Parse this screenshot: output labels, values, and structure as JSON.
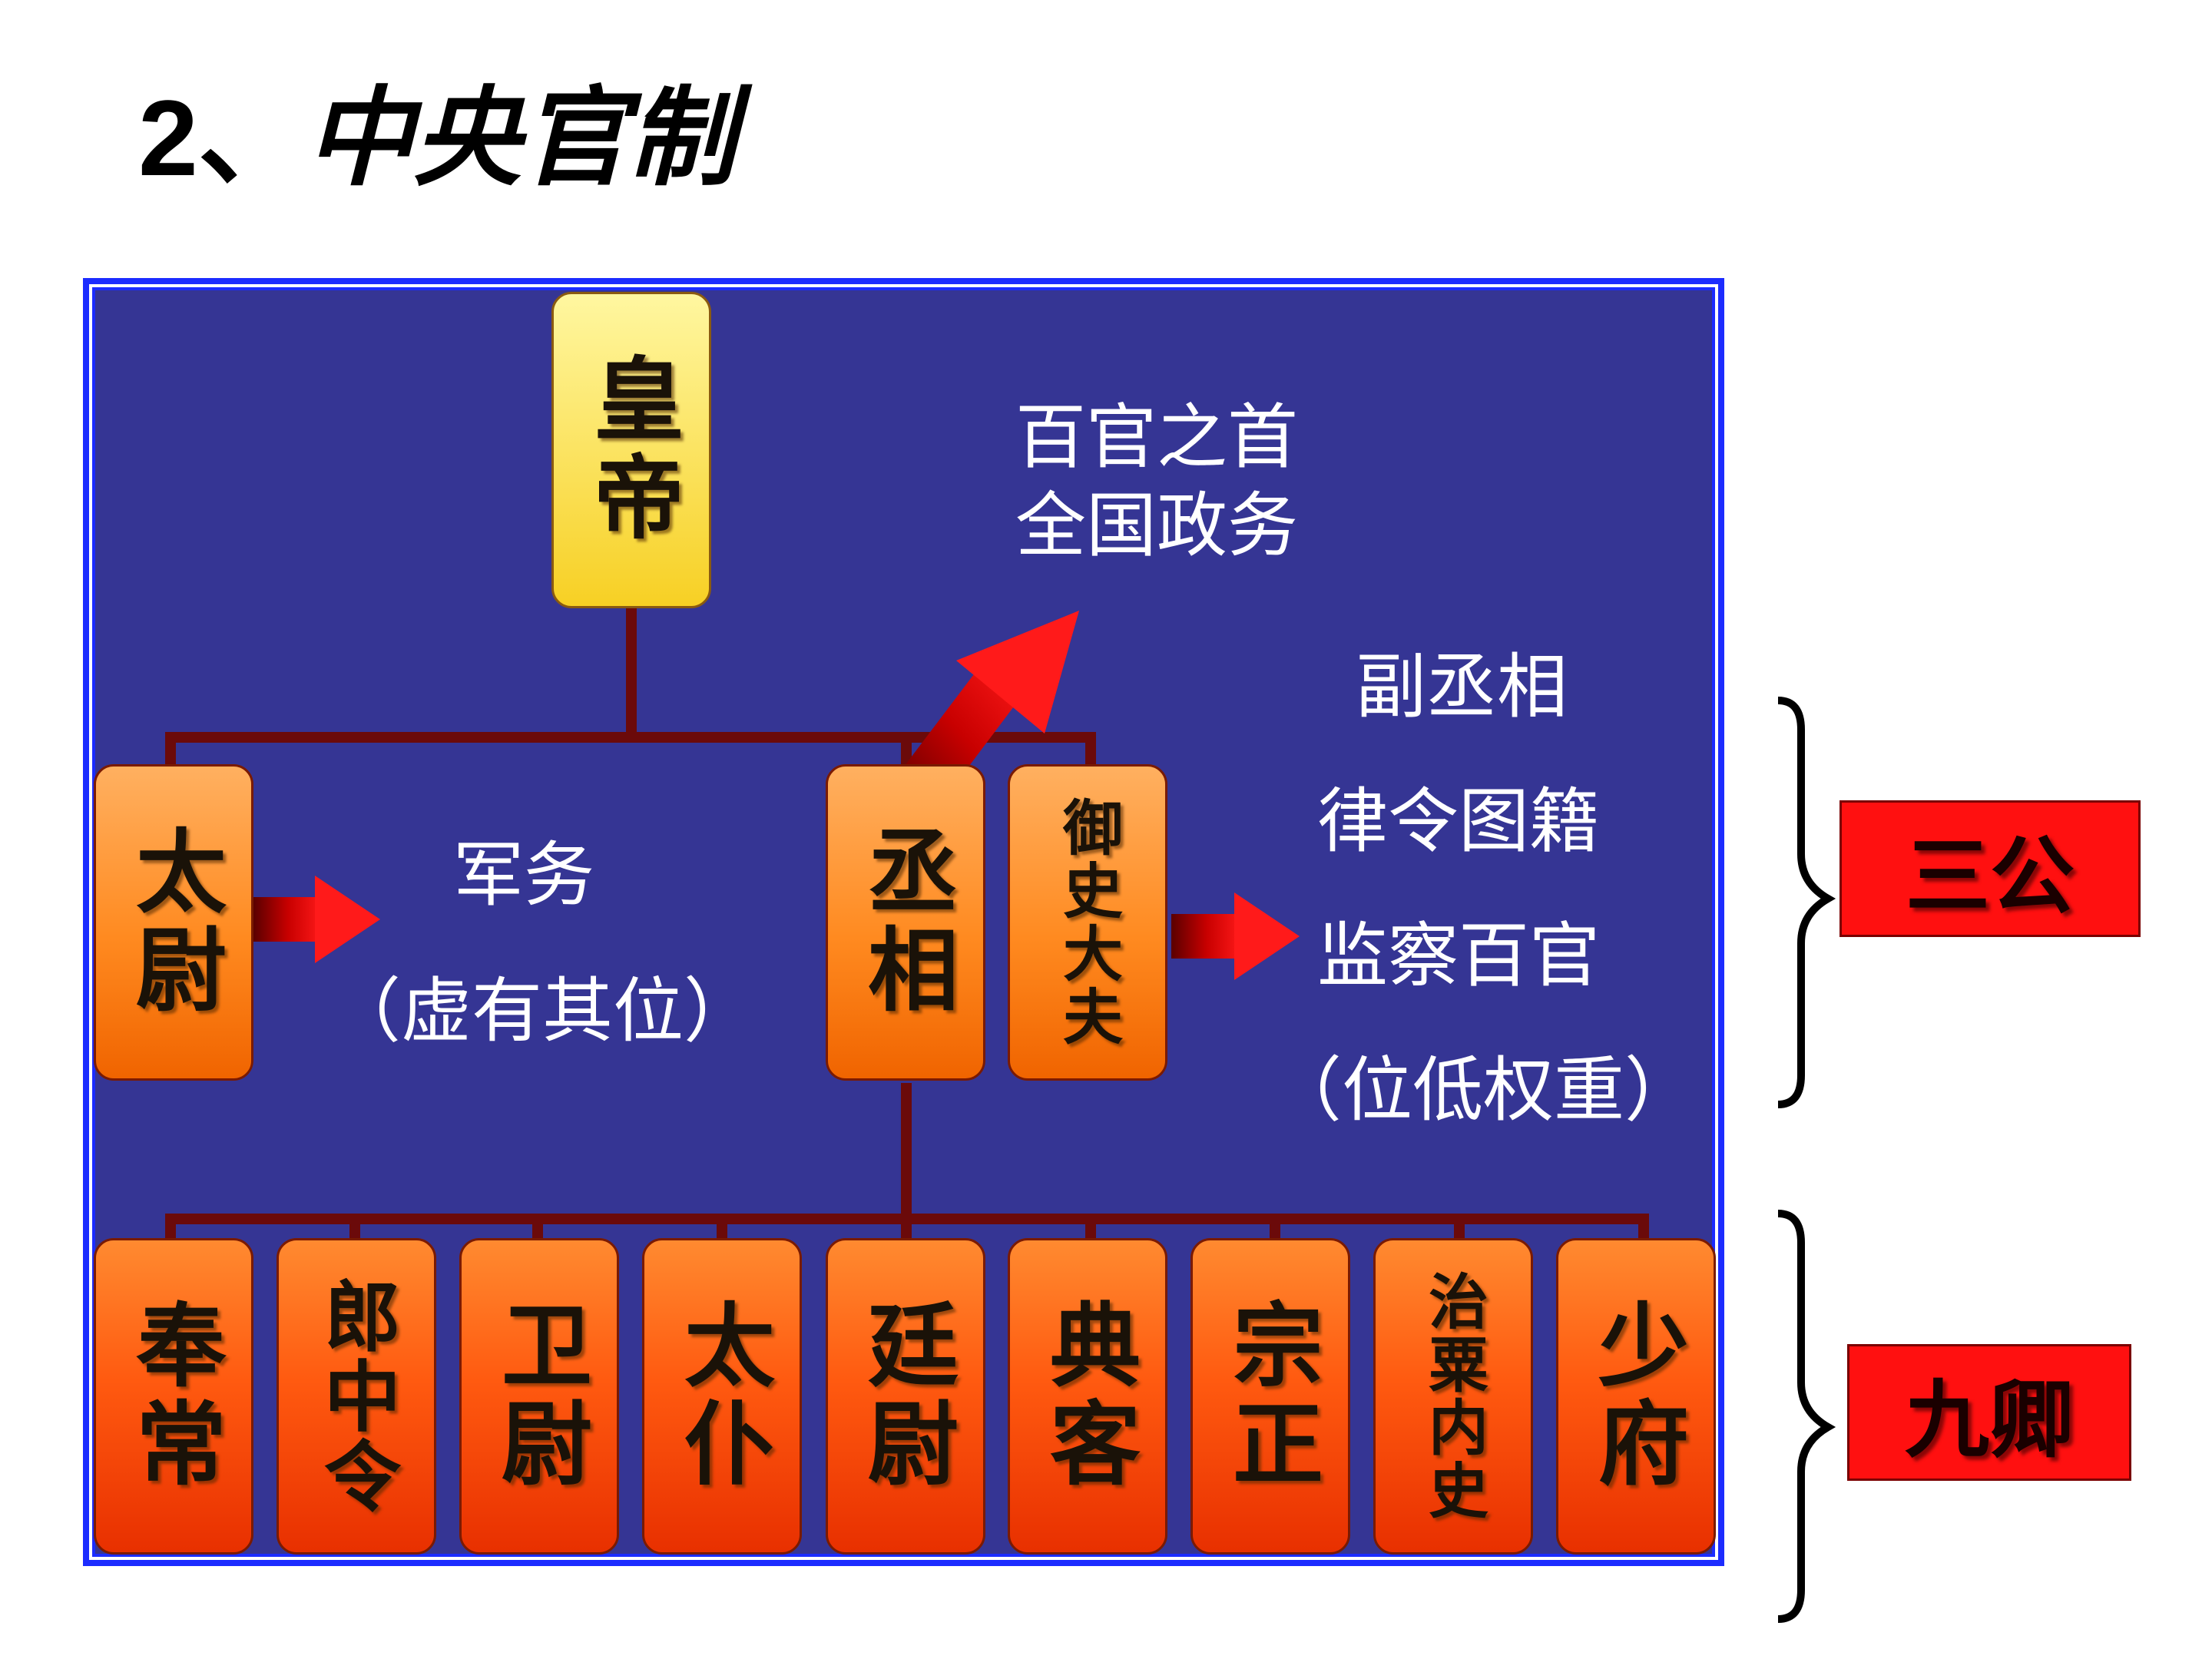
{
  "title": {
    "number": "2、",
    "text": "中央官制"
  },
  "emperor": "皇帝",
  "three_dukes": {
    "taiwei": "太尉",
    "chengxiang": "丞相",
    "yushi": "御史大夫"
  },
  "notes": {
    "taiwei_line1": "军务",
    "taiwei_line2": "（虚有其位）",
    "chengxiang_line1": "百官之首",
    "chengxiang_line2": "全国政务",
    "yushi_line1": "副丞相",
    "yushi_line2": "律令图籍",
    "yushi_line3": "监察百官",
    "yushi_line4": "（位低权重）"
  },
  "nine_ministers": [
    "奉常",
    "郎中令",
    "卫尉",
    "太仆",
    "廷尉",
    "典客",
    "宗正",
    "治粟内史",
    "少府"
  ],
  "labels": {
    "sangong": "三公",
    "jiuqing": "九卿"
  },
  "colors": {
    "panel": "#353594",
    "border": "#1c2cff",
    "connector": "#6b0a0a",
    "label_red": "#ff1010"
  }
}
